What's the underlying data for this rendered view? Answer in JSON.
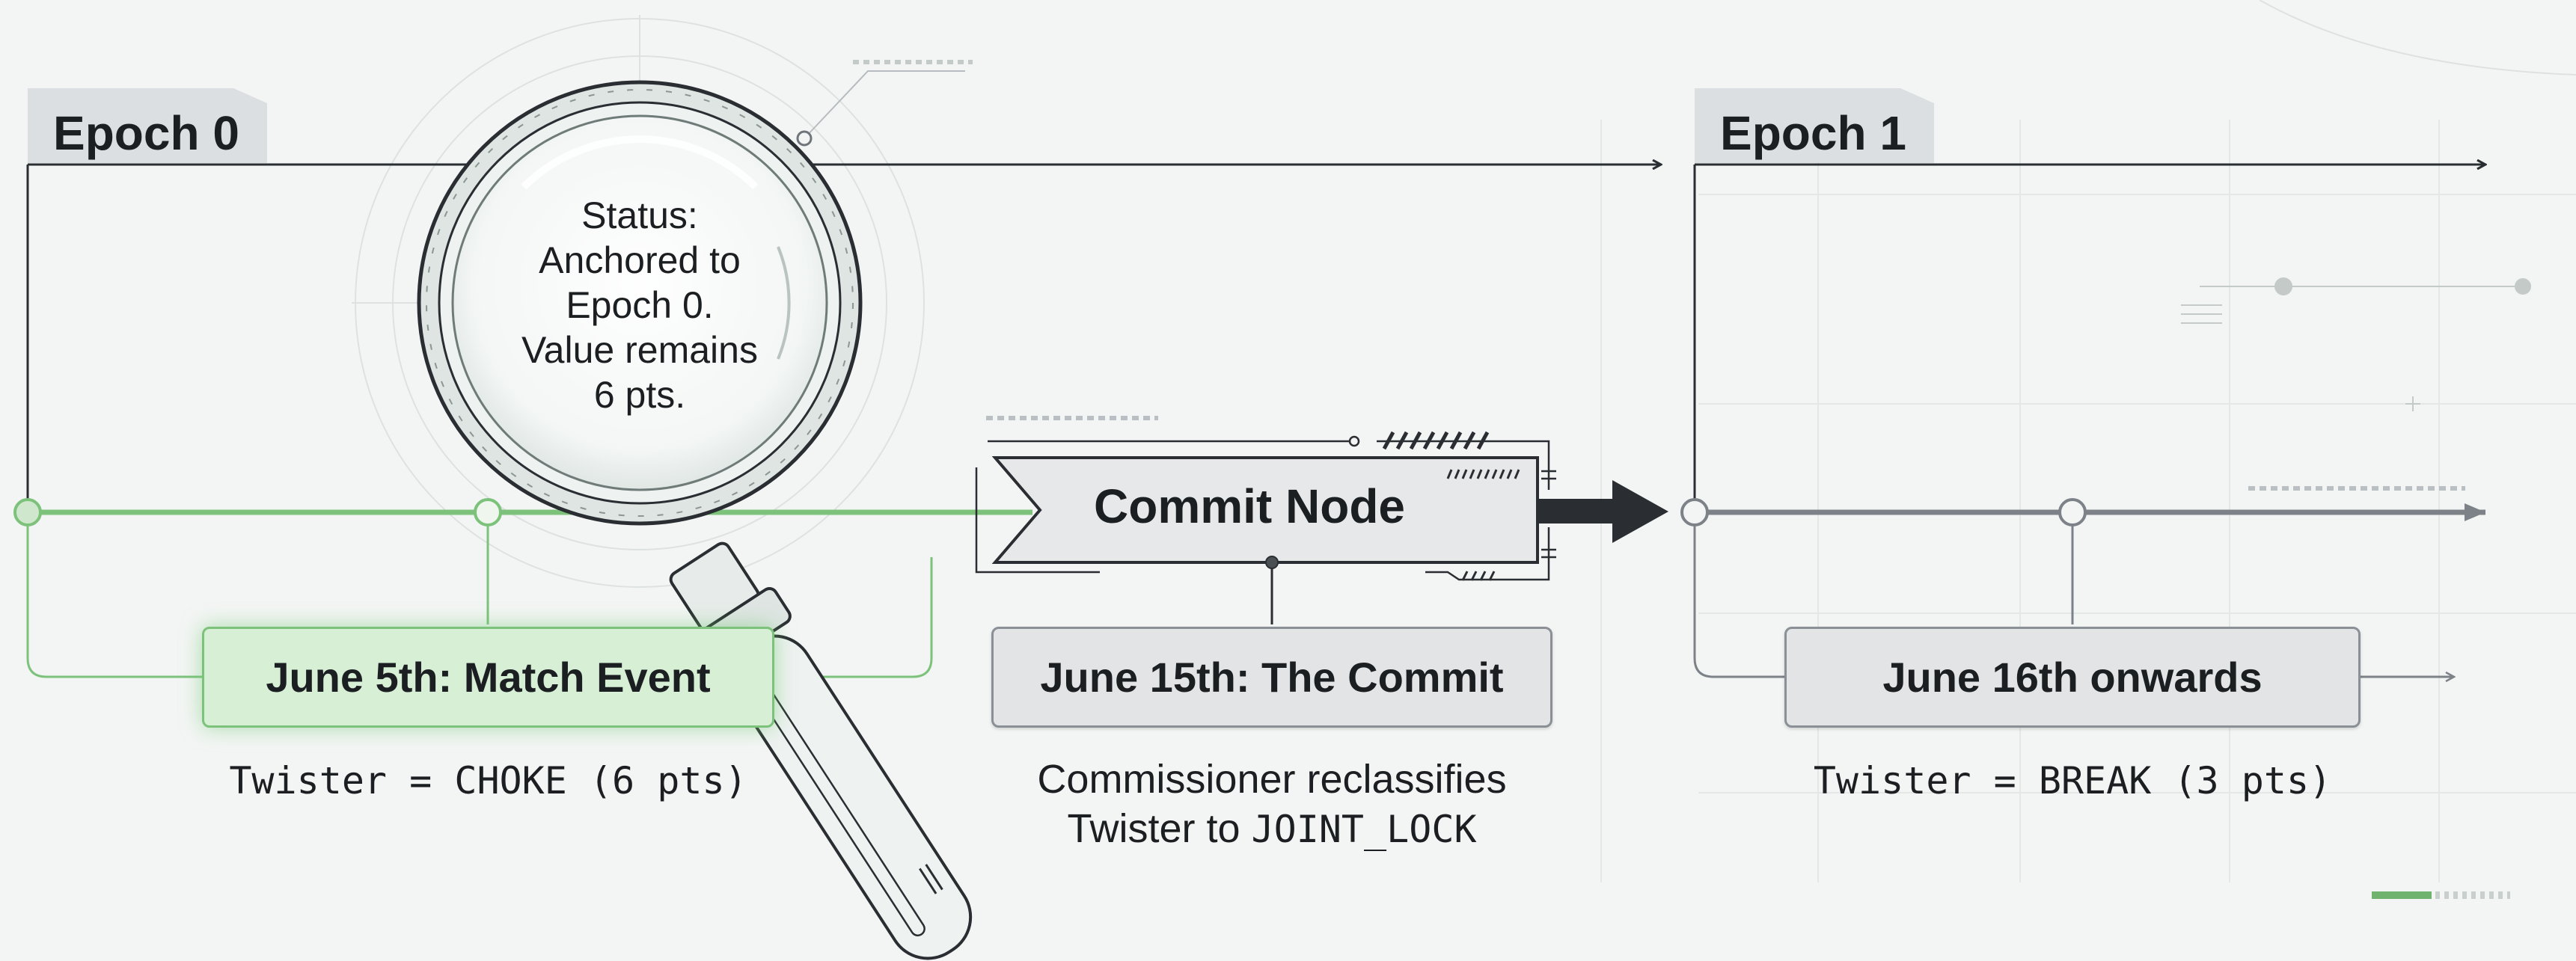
{
  "epochs": [
    {
      "label": "Epoch 0"
    },
    {
      "label": "Epoch 1"
    }
  ],
  "commit_node": {
    "label": "Commit Node"
  },
  "events": [
    {
      "label": "June 5th: Match Event",
      "caption": "Twister = CHOKE (6 pts)",
      "state": "active"
    },
    {
      "label": "June 15th: The Commit",
      "caption_line1": "Commissioner reclassifies",
      "caption_line2_prefix": "Twister to ",
      "caption_line2_code": "JOINT_LOCK"
    },
    {
      "label": "June 16th onwards",
      "caption": "Twister = BREAK (3 pts)"
    }
  ],
  "magnifier": {
    "lines": [
      "Status:",
      "Anchored to",
      "Epoch 0.",
      "Value remains",
      "6 pts."
    ]
  },
  "colors": {
    "active_green": "#7cc27b",
    "timeline_gray": "#7c8287",
    "background": "#f3f5f4"
  }
}
